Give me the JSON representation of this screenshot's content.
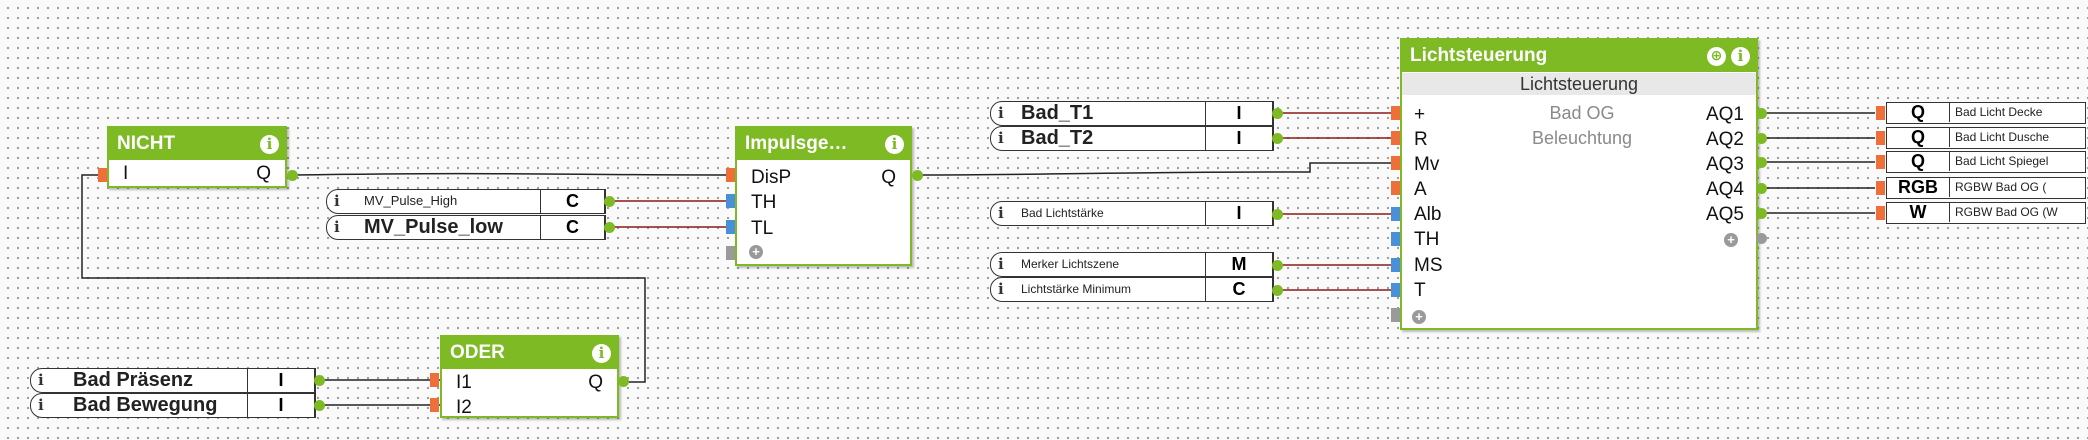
{
  "blocks": {
    "nicht": {
      "title": "NICHT",
      "in": [
        "I"
      ],
      "out": [
        "Q"
      ]
    },
    "impulse": {
      "title": "Impulsge…",
      "in": [
        "DisP",
        "TH",
        "TL"
      ],
      "out": [
        "Q"
      ]
    },
    "oder": {
      "title": "ODER",
      "in": [
        "I1",
        "I2"
      ],
      "out": [
        "Q"
      ]
    },
    "licht": {
      "title": "Lichtsteuerung",
      "subtitle": "Lichtsteuerung",
      "center1": "Bad OG",
      "center2": "Beleuchtung",
      "in": [
        "+",
        "R",
        "Mv",
        "A",
        "Alb",
        "TH",
        "MS",
        "T"
      ],
      "out": [
        "AQ1",
        "AQ2",
        "AQ3",
        "AQ4",
        "AQ5"
      ]
    }
  },
  "refs": {
    "bad_t1": {
      "label": "Bad_T1",
      "sym": "I"
    },
    "bad_t2": {
      "label": "Bad_T2",
      "sym": "I"
    },
    "pulse_high": {
      "label": "MV_Pulse_High",
      "sym": "C"
    },
    "pulse_low": {
      "label": "MV_Pulse_low",
      "sym": "C"
    },
    "lichtstaerke": {
      "label": "Bad Lichtstärke",
      "sym": "I"
    },
    "lichtszene": {
      "label": "Merker Lichtszene",
      "sym": "M"
    },
    "lichtstaerke_min": {
      "label": "Lichtstärke Minimum",
      "sym": "C"
    },
    "praesenz": {
      "label": "Bad Präsenz",
      "sym": "I"
    },
    "bewegung": {
      "label": "Bad Bewegung",
      "sym": "I"
    }
  },
  "outputs": [
    {
      "sym": "Q",
      "label": "Bad Licht Decke"
    },
    {
      "sym": "Q",
      "label": "Bad Licht Dusche"
    },
    {
      "sym": "Q",
      "label": "Bad Licht Spiegel"
    },
    {
      "sym": "RGB",
      "label": "RGBW Bad OG ("
    },
    {
      "sym": "W",
      "label": "RGBW Bad OG (W"
    }
  ],
  "icons": {
    "info": "info-icon",
    "add": "add-input-icon",
    "settings": "settings-icon"
  },
  "colors": {
    "accent": "#7dba24",
    "port_digital": "#ef6f3a",
    "port_analog": "#4a90d9",
    "wire_digital": "#222222",
    "wire_analog": "#8b1a1a"
  }
}
